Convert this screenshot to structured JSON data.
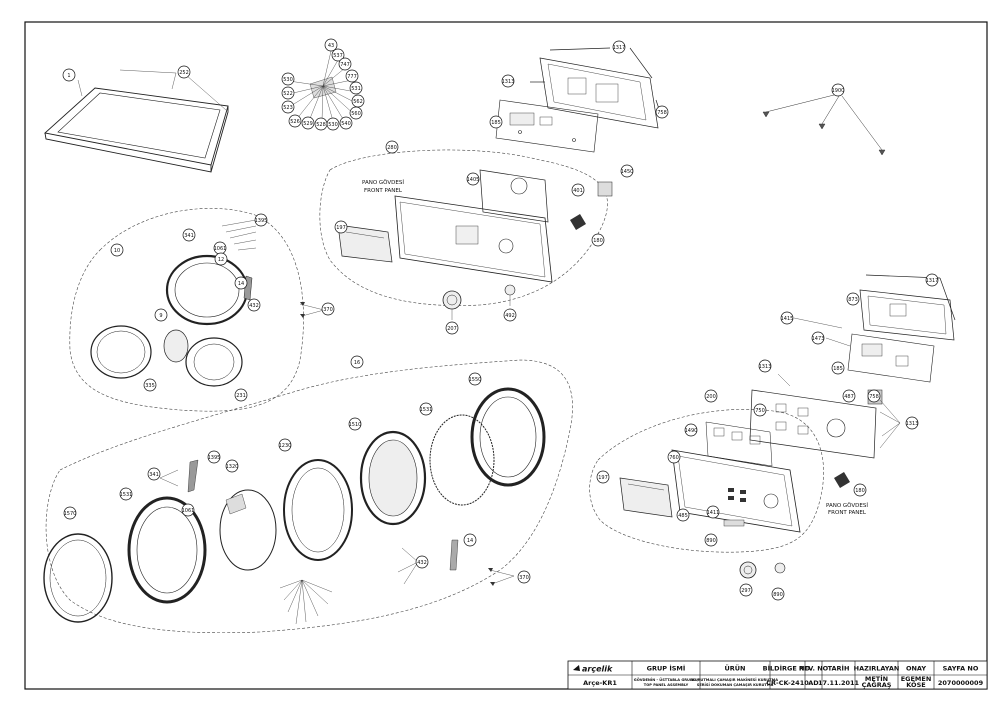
{
  "panel_captions": {
    "upper": {
      "line1": "PANO GÖVDESİ",
      "line2": "FRONT PANEL"
    },
    "lower": {
      "line1": "PANO GÖVDESİ",
      "line2": "FRONT PANEL"
    }
  },
  "balloons": {
    "b1": "1",
    "b252": "252",
    "b43": "43",
    "b537": "537",
    "b747": "747",
    "b777": "777",
    "b531": "531",
    "b562": "562",
    "b560": "560",
    "b540": "540",
    "b530a": "530",
    "b528": "528",
    "b529": "529",
    "b526": "526",
    "b523": "523",
    "b522": "522",
    "b530b": "530",
    "b1317a": "1317",
    "b1313a": "1313",
    "b758a": "758",
    "b185a": "185",
    "b1900": "1900",
    "b280": "280",
    "b1405": "1405",
    "b401": "401",
    "b1450": "1450",
    "b197": "197",
    "b180a": "180",
    "b207": "207",
    "b492": "492",
    "b10": "10",
    "b1395": "1395",
    "b341": "341",
    "b1061": "1061",
    "b12": "12",
    "b14": "14",
    "b432": "432",
    "b370a": "370",
    "b9": "9",
    "b335": "335",
    "b231": "231",
    "b16": "16",
    "b1550": "1550",
    "b1531": "1531",
    "b1510": "1510",
    "b1230": "1230",
    "b1320": "1320",
    "b1395b": "1395",
    "b341b": "341",
    "b1531b": "1531",
    "b1570": "1570",
    "b1061b": "1061",
    "b432b": "432",
    "b14b": "14",
    "b370b": "370",
    "b1317b": "1317",
    "b873": "873",
    "b1415": "1415",
    "b1473": "1473",
    "b185b": "185",
    "b1313b": "1313",
    "b487": "487",
    "b758b": "758",
    "b1313c": "1313",
    "b200": "200",
    "b1490": "1490",
    "b750": "750",
    "b197b": "197",
    "b760": "760",
    "b485": "485",
    "b1411": "1411",
    "b890": "890",
    "b180b": "180",
    "b297": "297",
    "b890b": "890"
  },
  "title_block": {
    "logo": "arçelik",
    "model": "Arçe-KR1",
    "h_group": "GRUP İSMİ",
    "h_product": "ÜRÜN",
    "h_notice": "BİLDİRGE NO.",
    "h_rev": "REV. NO",
    "h_date": "TARİH",
    "h_prepared": "HAZIRLAYAN",
    "h_approved": "ONAY",
    "h_page": "SAYFA NO",
    "v_group_line1": "GÖVDENİN - ÜSTTABLA GRUBU /",
    "v_group_line2": "TOP PANEL ASSEMBLY",
    "v_product_line1": "KURUTMALI ÇAMAŞIR MAKİNESİ KURUTMA",
    "v_product_line2": "SERİSİ DOKUMAN ÇAMAŞIR KURUTMA",
    "v_notice": "CR-CK-2410",
    "v_rev": "AD",
    "v_date": "17.11.2011",
    "v_prepared_line1": "METİN",
    "v_prepared_line2": "ÇAĞRAŞ",
    "v_approved_line1": "EGEMEN",
    "v_approved_line2": "KÖSE",
    "v_page": "2070000009"
  }
}
